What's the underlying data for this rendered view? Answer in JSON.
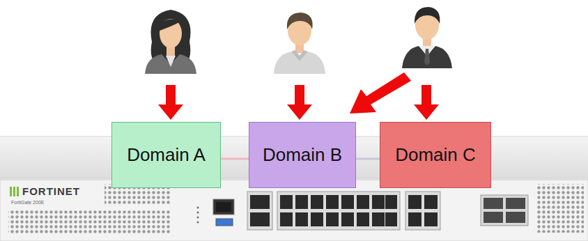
{
  "diagram": {
    "nodes": [
      {
        "text": [
          "Domain A"
        ]
      },
      {
        "text": [
          "Domain B"
        ]
      },
      {
        "text": [
          "Domain C"
        ]
      }
    ],
    "labels": [
      "FORTINET",
      "FortiGate 200E"
    ]
  }
}
